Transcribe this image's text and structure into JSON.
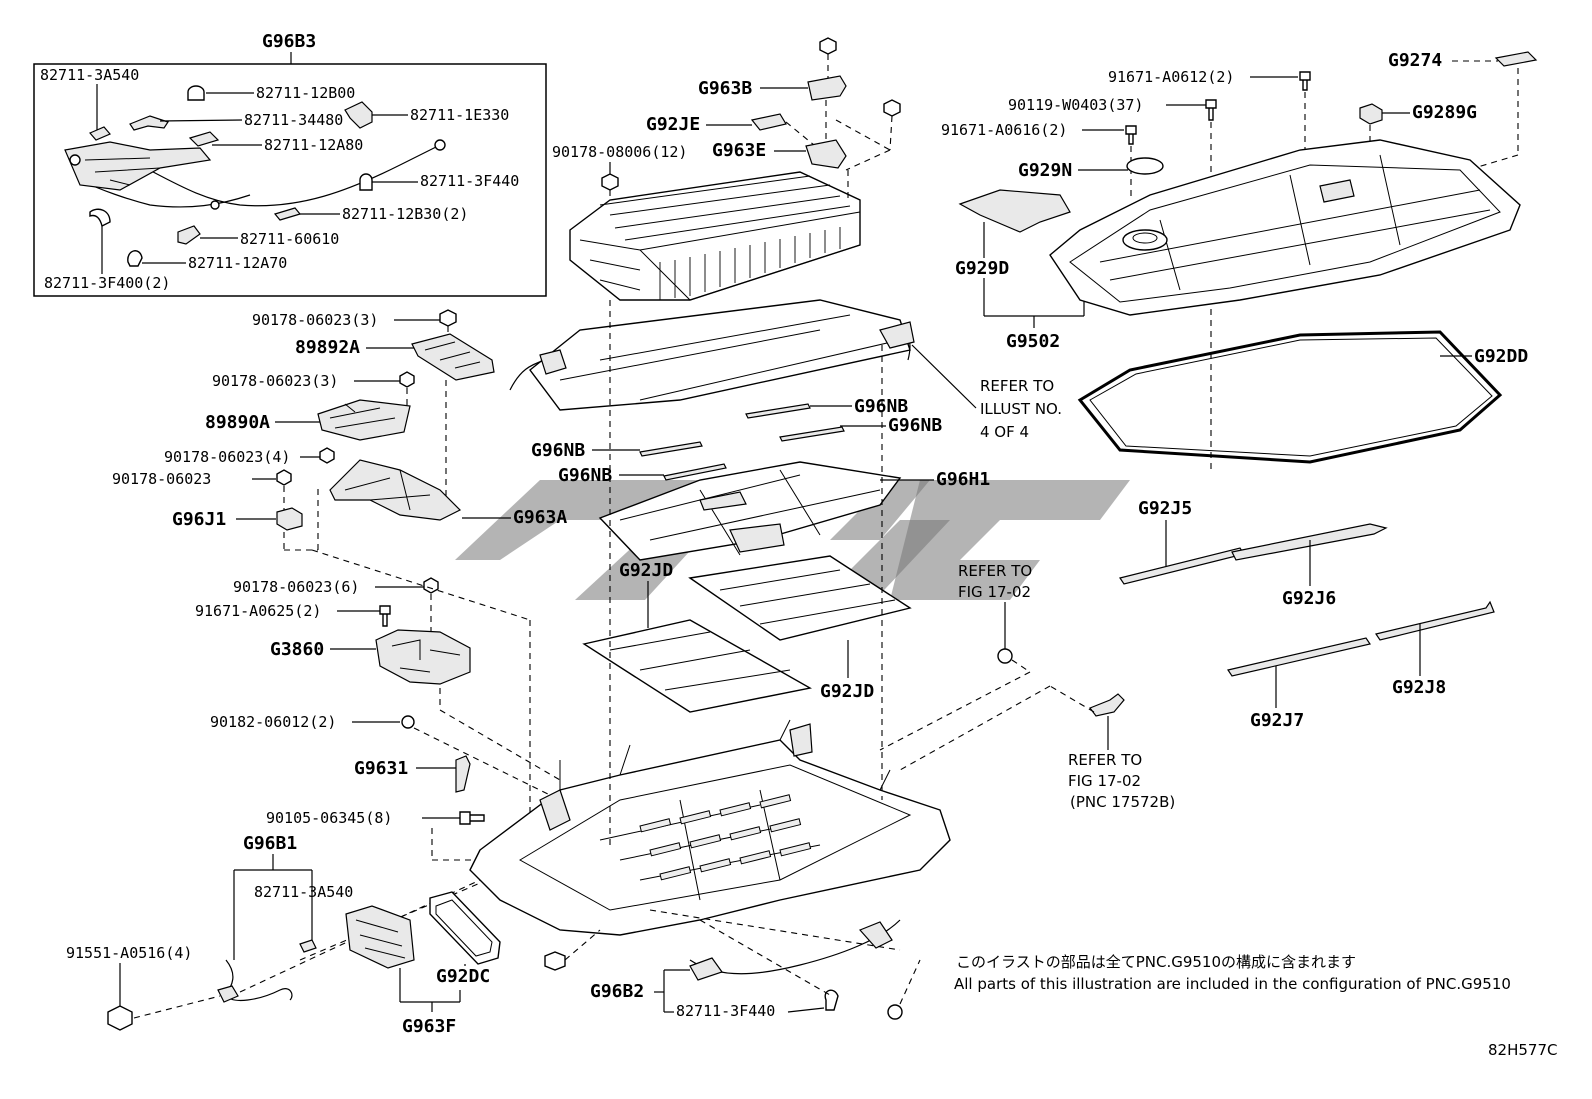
{
  "group_labels": {
    "g96b3": "G96B3",
    "g96b1": "G96B1",
    "g96b2": "G96B2"
  },
  "labels": {
    "l_82711_3a540_top": "82711-3A540",
    "l_82711_12b00": "82711-12B00",
    "l_82711_34480": "82711-34480",
    "l_82711_1e330": "82711-1E330",
    "l_82711_12a80": "82711-12A80",
    "l_82711_3f440_top": "82711-3F440",
    "l_82711_12b30": "82711-12B30(2)",
    "l_82711_60610": "82711-60610",
    "l_82711_12a70": "82711-12A70",
    "l_82711_3f400": "82711-3F400(2)",
    "l_90178_06023_3a": "90178-06023(3)",
    "l_89892a": "89892A",
    "l_90178_06023_3b": "90178-06023(3)",
    "l_89890a": "89890A",
    "l_90178_06023_4": "90178-06023(4)",
    "l_90178_06023": "90178-06023",
    "l_g96j1": "G96J1",
    "l_g963a": "G963A",
    "l_90178_06023_6": "90178-06023(6)",
    "l_91671_a0625": "91671-A0625(2)",
    "l_g3860": "G3860",
    "l_90182_06012": "90182-06012(2)",
    "l_g9631": "G9631",
    "l_90105_06345": "90105-06345(8)",
    "l_82711_3a540_bot": "82711-3A540",
    "l_91551_a0516": "91551-A0516(4)",
    "l_g92dc": "G92DC",
    "l_g963f": "G963F",
    "l_82711_3f440_bot": "82711-3F440",
    "l_g963b": "G963B",
    "l_g92je": "G92JE",
    "l_g963e": "G963E",
    "l_90178_08006": "90178-08006(12)",
    "l_g96nb_1": "G96NB",
    "l_g96nb_2": "G96NB",
    "l_g96nb_3": "G96NB",
    "l_g96nb_4": "G96NB",
    "l_g96h1": "G96H1",
    "l_g92jd_1": "G92JD",
    "l_g92jd_2": "G92JD",
    "l_91671_a0612": "91671-A0612(2)",
    "l_90119_w0403": "90119-W0403(37)",
    "l_91671_a0616": "91671-A0616(2)",
    "l_g929n": "G929N",
    "l_g929d": "G929D",
    "l_g9502": "G9502",
    "l_g9274": "G9274",
    "l_g9289g": "G9289G",
    "l_g92dd": "G92DD",
    "l_g92j5": "G92J5",
    "l_g92j6": "G92J6",
    "l_g92j7": "G92J7",
    "l_g92j8": "G92J8"
  },
  "refer_notes": {
    "illust_1": "REFER TO",
    "illust_2": "ILLUST NO.",
    "illust_3": "4 OF 4",
    "fig_a1": "REFER TO",
    "fig_a2": "FIG 17-02",
    "fig_b1": "REFER TO",
    "fig_b2": "FIG 17-02",
    "fig_b3": "(PNC 17572B)"
  },
  "footnote": {
    "jp": "このイラストの部品は全てPNC.G9510の構成に含まれます",
    "en": "All parts of this illustration are included in the configuration of PNC.G9510"
  },
  "diagram_id": "82H577C"
}
